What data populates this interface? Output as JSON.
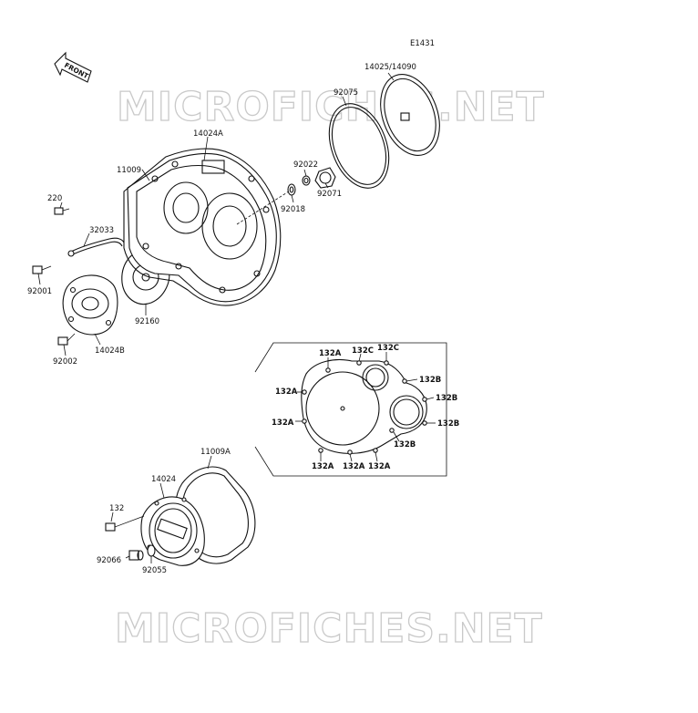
{
  "figure_code": "E1431",
  "front_label": "FRONT",
  "watermark": "MICROFICHES.NET",
  "part_labels": {
    "p220": "220",
    "p32033": "32033",
    "p92001": "92001",
    "p92002": "92002",
    "p14024B": "14024B",
    "p92160": "92160",
    "p11009": "11009",
    "p14024A": "14024A",
    "p92022": "92022",
    "p92018": "92018",
    "p92071": "92071",
    "p92075": "92075",
    "p14025_14090": "14025/14090",
    "p11009A": "11009A",
    "p14024": "14024",
    "p132": "132",
    "p92066": "92066",
    "p92055": "92055"
  },
  "bolt_labels": {
    "a1": "132A",
    "c1": "132C",
    "c2": "132C",
    "b1": "132B",
    "a2": "132A",
    "b2": "132B",
    "a3": "132A",
    "b3": "132B",
    "b4": "132B",
    "a4": "132A",
    "a5": "132A",
    "a6": "132A"
  }
}
